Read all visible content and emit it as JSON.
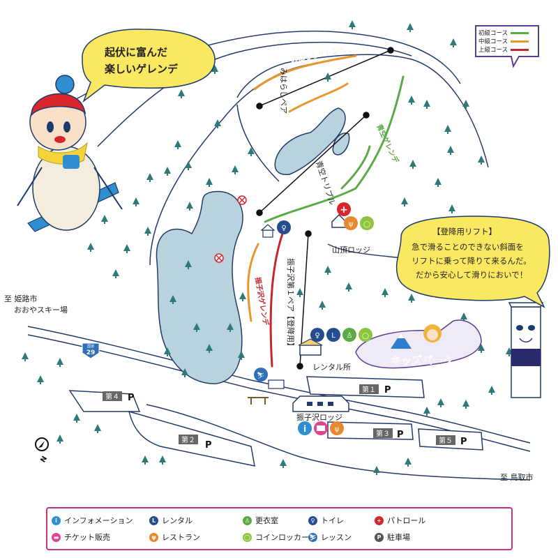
{
  "bubbles": {
    "top_left": [
      "起伏に富んだ",
      "楽しいゲレンデ"
    ],
    "right_title": "【登降用リフト】",
    "right_lines": [
      "急で滑ることのできない斜面を",
      "リフトに乗って降りて来るんだ。",
      "だから安心して滑りにおいで！"
    ]
  },
  "course_legend": [
    {
      "label": "初級コース",
      "color": "#5aaa46"
    },
    {
      "label": "中級コース",
      "color": "#e8972e"
    },
    {
      "label": "上級コース",
      "color": "#c8262d"
    }
  ],
  "slopes": {
    "mihara": "みはらしゲレンデ",
    "aoba": "青空ゲレンデ",
    "furikozawa": "振子沢ゲレンデ"
  },
  "lifts": {
    "mihara_pair": "みはらしペア",
    "aozora_triple": "青空トリプル",
    "furikozawa_1": "振子沢第１ペア【登降用】"
  },
  "places": {
    "summit_lodge": "山頂ロッジ",
    "rental_shop": "レンタル所",
    "kids_park": "キッズパーク",
    "main_lodge": "振子沢ロッジ"
  },
  "parking": {
    "p1": "第１",
    "p2": "第２",
    "p3": "第３",
    "p4": "第４",
    "p5": "第５",
    "symbol": "P"
  },
  "roads": {
    "to_himeji": [
      "至 姫路市",
      "おおやスキー場"
    ],
    "to_tottori": "至 鳥取市",
    "route_label": "国道",
    "route_number": "29"
  },
  "compass": "N",
  "legend": [
    {
      "icon": "i",
      "label": "インフォメーション",
      "color": "#2f8ecf"
    },
    {
      "icon": "L",
      "label": "レンタル",
      "color": "#244c8f"
    },
    {
      "icon": "♙",
      "label": "更衣室",
      "color": "#5aaa46"
    },
    {
      "icon": "♀",
      "label": "トイレ",
      "color": "#244c8f"
    },
    {
      "icon": "+",
      "label": "パトロール",
      "color": "#d9262d"
    },
    {
      "icon": "▬",
      "label": "チケット販売",
      "color": "#e0448f"
    },
    {
      "icon": "ψ",
      "label": "レストラン",
      "color": "#e8892e"
    },
    {
      "icon": "◯",
      "label": "コインロッカー",
      "color": "#8cc63f"
    },
    {
      "icon": "⛷",
      "label": "レッスン",
      "color": "#2e6fb7"
    },
    {
      "icon": "P",
      "label": "駐車場",
      "color": "#555555"
    }
  ]
}
